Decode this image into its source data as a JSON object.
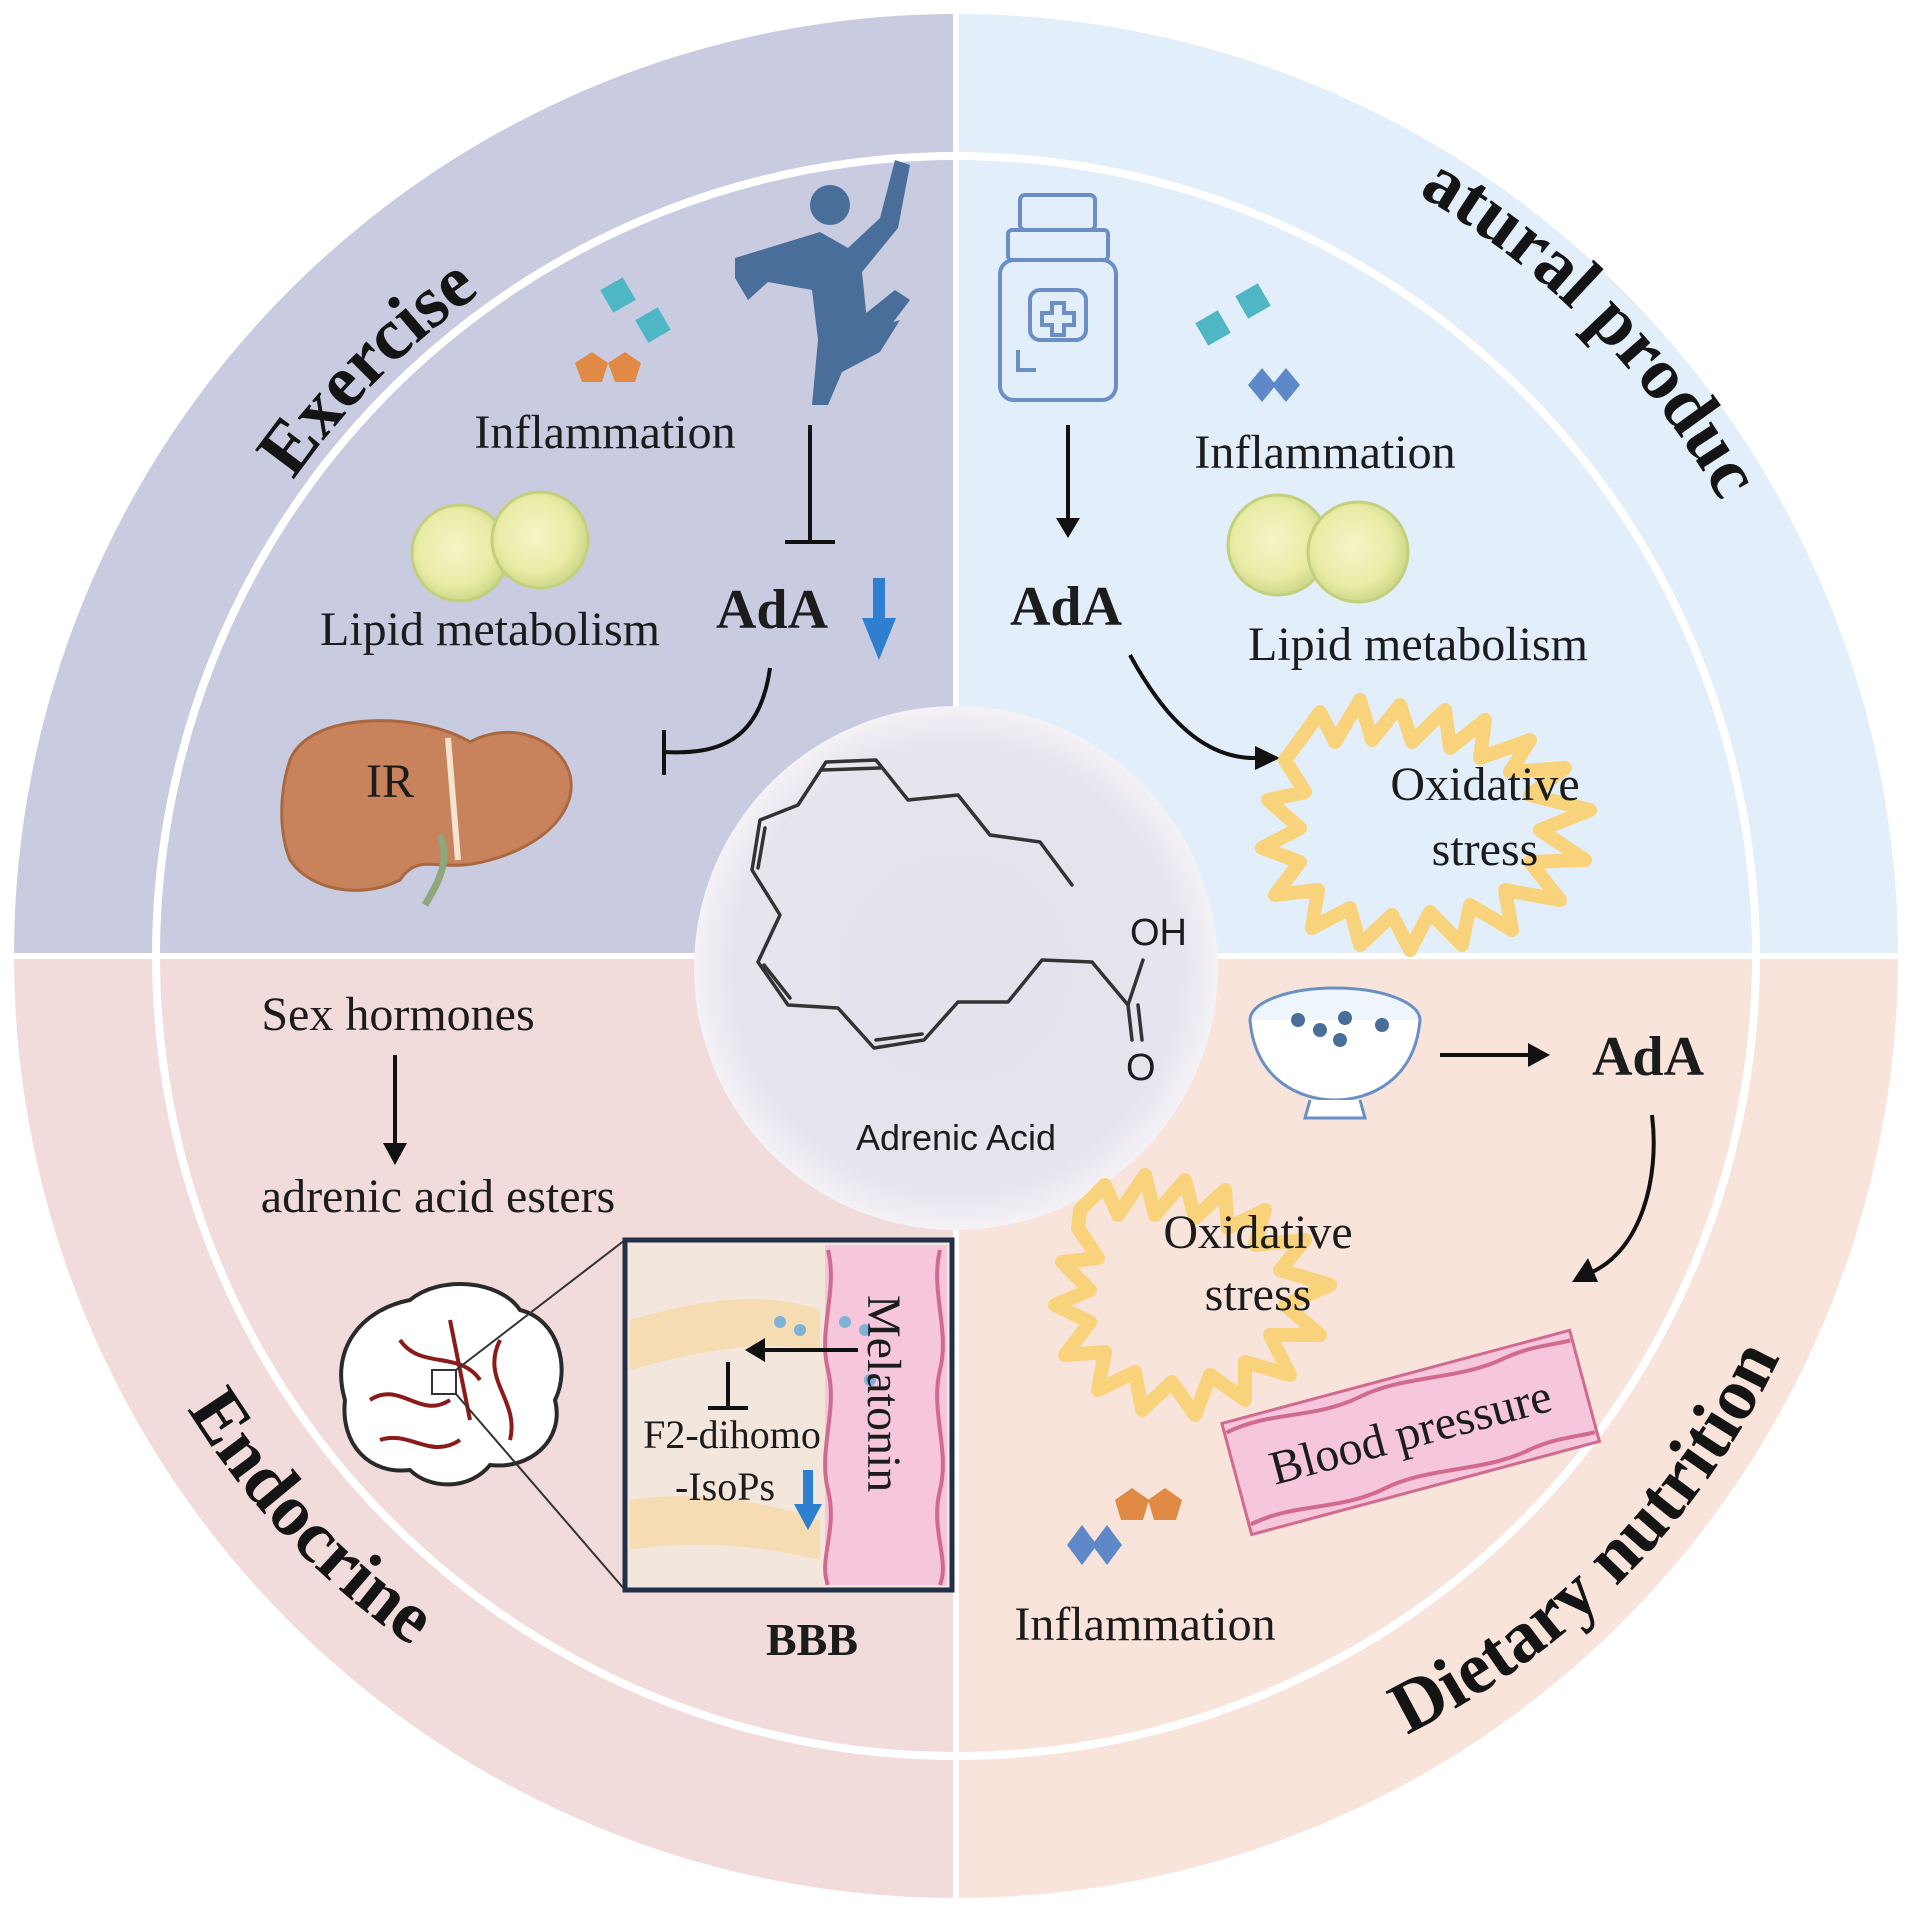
{
  "center": {
    "molecule_label": "Adrenic Acid",
    "oh": "OH",
    "o": "O"
  },
  "sections": {
    "exercise": {
      "title": "Exercise",
      "inflammation": "Inflammation",
      "lipid": "Lipid metabolism",
      "ada": "AdA",
      "ir": "IR"
    },
    "natural": {
      "title": "Natural products",
      "inflammation": "Inflammation",
      "lipid": "Lipid metabolism",
      "ada": "AdA",
      "oxidative1": "Oxidative",
      "oxidative2": "stress"
    },
    "endocrine": {
      "title": "Endocrine",
      "sex_hormones": "Sex hormones",
      "esters": "adrenic acid esters",
      "melatonin": "Melatonin",
      "f2a": "F2-dihomo",
      "f2b": "-IsoPs",
      "bbb": "BBB"
    },
    "dietary": {
      "title": "Dietary nutrition",
      "ada": "AdA",
      "oxidative1": "Oxidative",
      "oxidative2": "stress",
      "blood_pressure": "Blood pressure",
      "inflammation": "Inflammation"
    }
  },
  "colors": {
    "exercise_bg": "#c9cbe0",
    "natural_bg": "#e2effa",
    "endocrine_bg": "#f1dcdb",
    "dietary_bg": "#f8e4da",
    "center_bg": "#e4e2ec",
    "figure_blue": "#4a6e9a",
    "teal": "#4fb6c6",
    "orange": "#e08a45",
    "diamond_blue": "#5f88c8",
    "arrow_blue": "#2f7fd0",
    "lipid_yellow": "#e8ecaa",
    "burst_yellow": "#f8d37c",
    "liver": "#c9835c",
    "vessel_pink": "#f5c6dc"
  },
  "icons": [
    "running-figure-icon",
    "medicine-bottle-icon",
    "liver-icon",
    "brain-icon",
    "bowl-icon",
    "lipid-droplet-icon",
    "blood-vessel-icon",
    "oxidative-burst-icon"
  ]
}
